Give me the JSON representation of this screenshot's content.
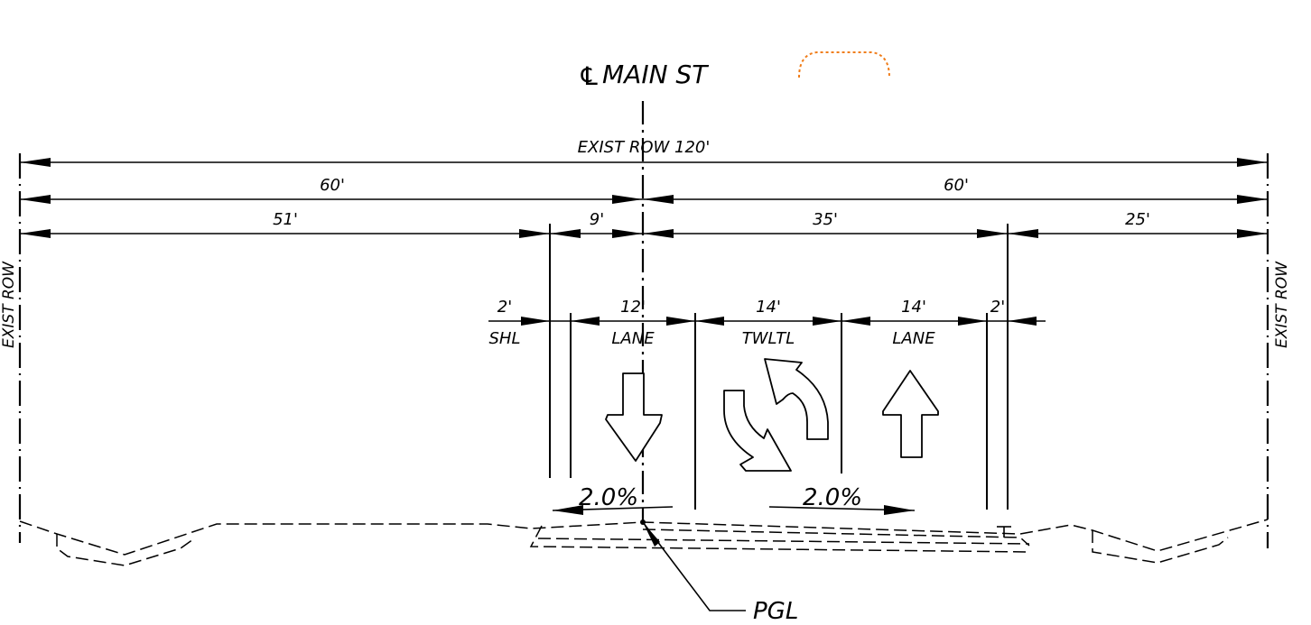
{
  "centerline": {
    "symbol": "℄",
    "label": "MAIN ST"
  },
  "right_of_way": {
    "total": "EXIST ROW 120'",
    "left_half": "60'",
    "right_half": "60'",
    "left_edge_label": "EXIST ROW",
    "right_edge_label": "EXIST ROW"
  },
  "offsets": {
    "left_outer": "51'",
    "left_inner": "9'",
    "right_inner": "35'",
    "right_outer": "25'"
  },
  "lanes": [
    {
      "width": "2'",
      "label": "SHL"
    },
    {
      "width": "12'",
      "label": "LANE"
    },
    {
      "width": "14'",
      "label": "TWLTL"
    },
    {
      "width": "14'",
      "label": "LANE"
    },
    {
      "width": "2'",
      "label": ""
    }
  ],
  "cross_slopes": {
    "left": "2.0%",
    "right": "2.0%"
  },
  "profile_grade_line": "PGL",
  "colors": {
    "linework": "#000000",
    "revision_cloud": "#f07d1a"
  }
}
